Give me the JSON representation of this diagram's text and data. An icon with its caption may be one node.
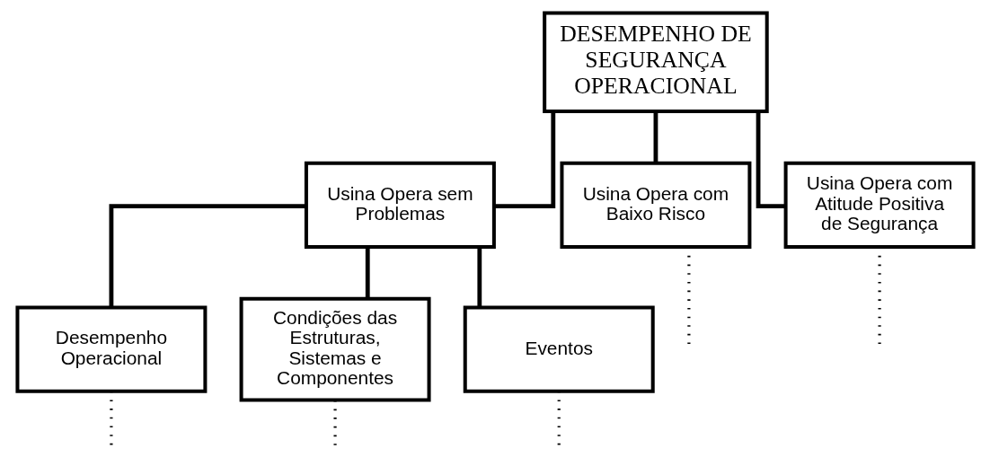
{
  "diagram": {
    "nodes": [
      {
        "text": [
          "DESEMPENHO DE SEGURANÇA OPERACIONAL"
        ]
      },
      {
        "text": [
          "Usina Opera sem Problemas"
        ]
      },
      {
        "text": [
          "Usina Opera com Baixo Risco"
        ]
      },
      {
        "text": [
          "Usina Opera com Atitude Positiva de Segurança"
        ]
      },
      {
        "text": [
          "Desempenho Operacional"
        ]
      },
      {
        "text": [
          "Condições das Estruturas, Sistemas e Componentes"
        ]
      },
      {
        "text": [
          "Eventos"
        ]
      }
    ],
    "edges": [
      {
        "from": 0,
        "to": 1,
        "arrow": "none"
      },
      {
        "from": 0,
        "to": 2,
        "arrow": "none"
      },
      {
        "from": 0,
        "to": 3,
        "arrow": "none"
      },
      {
        "from": 1,
        "to": 4,
        "arrow": "none"
      },
      {
        "from": 1,
        "to": 5,
        "arrow": "none"
      },
      {
        "from": 1,
        "to": 6,
        "arrow": "none"
      },
      {
        "from": 2,
        "to": null,
        "arrow": "none",
        "style": "dashed"
      },
      {
        "from": 3,
        "to": null,
        "arrow": "none",
        "style": "dashed"
      },
      {
        "from": 4,
        "to": null,
        "arrow": "none",
        "style": "dashed"
      },
      {
        "from": 5,
        "to": null,
        "arrow": "none",
        "style": "dashed"
      },
      {
        "from": 6,
        "to": null,
        "arrow": "none",
        "style": "dashed"
      }
    ]
  }
}
